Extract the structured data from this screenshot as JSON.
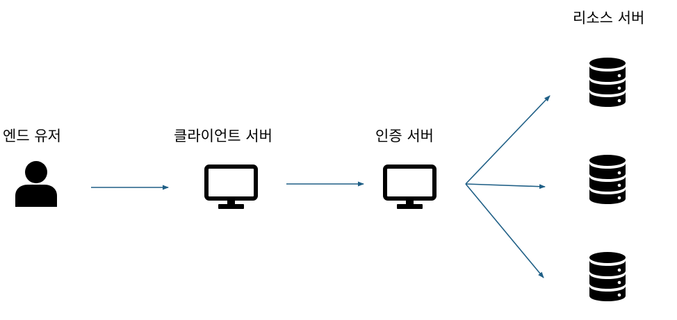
{
  "nodes": {
    "end_user": {
      "label": "엔드 유저",
      "icon": "person-icon"
    },
    "client_server": {
      "label": "클라이언트 서버",
      "icon": "monitor-icon"
    },
    "auth_server": {
      "label": "인증 서버",
      "icon": "monitor-icon"
    },
    "resource_server": {
      "label": "리소스 서버",
      "icon": "database-icon",
      "count": 3
    }
  },
  "colors": {
    "arrow": "#1f5f86",
    "icon": "#000000",
    "text": "#000000"
  }
}
